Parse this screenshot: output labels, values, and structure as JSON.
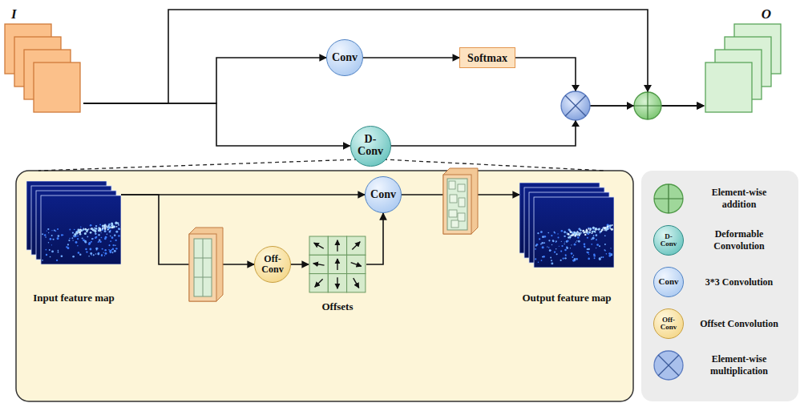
{
  "diagram": {
    "nodes": [
      {
        "text": [
          "I"
        ]
      },
      {
        "text": [
          "Conv"
        ]
      },
      {
        "text": [
          "Softmax"
        ]
      },
      {
        "text": [
          "D-Conv"
        ]
      },
      {
        "text": [
          "O"
        ]
      },
      {
        "text": [
          "Input feature map"
        ]
      },
      {
        "text": [
          "Conv"
        ]
      },
      {
        "text": [
          "Off-Conv"
        ]
      },
      {
        "text": [
          "Offsets"
        ]
      },
      {
        "text": [
          "Output feature map"
        ]
      }
    ],
    "edges": [
      {
        "from": 0,
        "to": 1,
        "arrow": "to"
      },
      {
        "from": 0,
        "to": 3,
        "arrow": "to"
      },
      {
        "from": 0,
        "to": 4,
        "arrow": "to"
      },
      {
        "from": 1,
        "to": 2,
        "arrow": "to"
      },
      {
        "from": 2,
        "to": 4,
        "arrow": "to"
      },
      {
        "from": 3,
        "to": 4,
        "arrow": "to"
      },
      {
        "from": 5,
        "to": 6,
        "arrow": "to"
      },
      {
        "from": 5,
        "to": 7,
        "arrow": "to"
      },
      {
        "from": 7,
        "to": 8,
        "arrow": "to"
      },
      {
        "from": 8,
        "to": 6,
        "arrow": "to"
      },
      {
        "from": 6,
        "to": 9,
        "arrow": "to"
      }
    ],
    "labels": [
      "D-Conv",
      "Conv",
      "Off-Conv"
    ],
    "legend": [
      {
        "text": "Element-wise addition"
      },
      {
        "text": "Deformable Convolution"
      },
      {
        "text": "3*3 Convolution"
      },
      {
        "text": "Offset Convolution"
      },
      {
        "text": "Element-wise multiplication"
      }
    ]
  }
}
